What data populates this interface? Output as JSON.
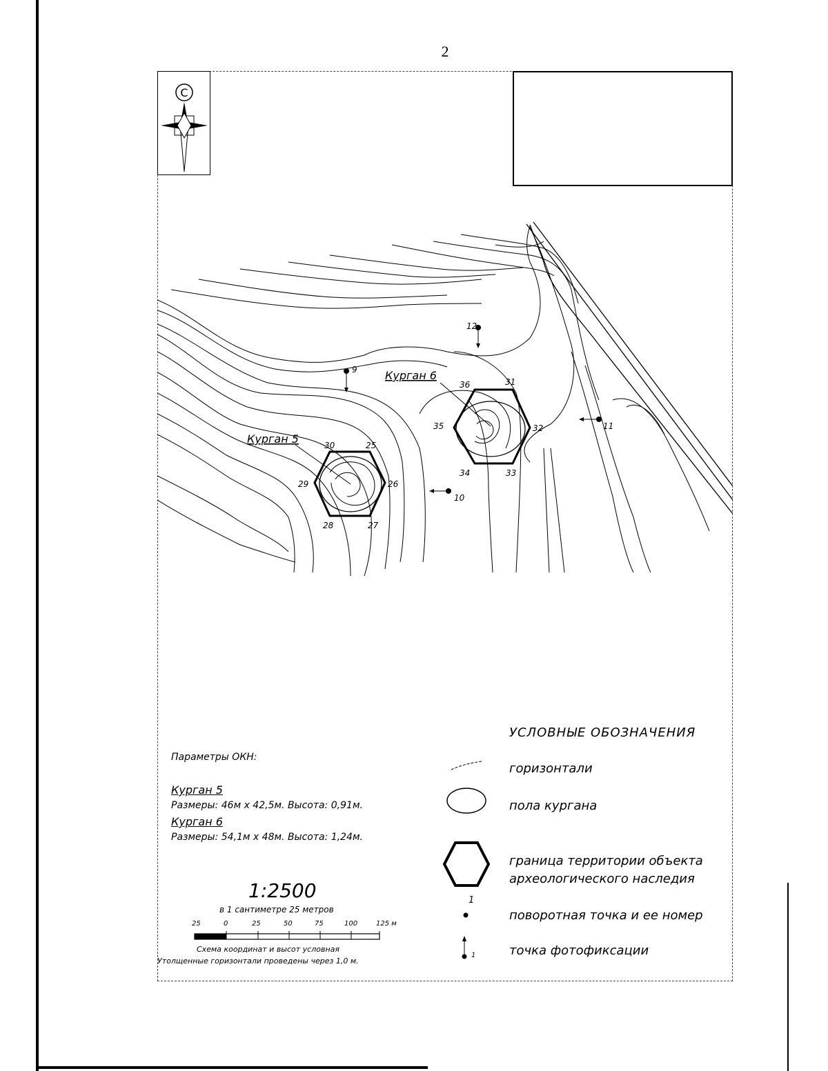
{
  "page_number": "2",
  "compass": {
    "label": "С"
  },
  "map": {
    "mounds": [
      {
        "name": "Курган 6",
        "points": [
          "36",
          "31",
          "32",
          "33",
          "34",
          "35"
        ]
      },
      {
        "name": "Курган 5",
        "points": [
          "30",
          "25",
          "26",
          "27",
          "28",
          "29"
        ]
      }
    ],
    "photo_points": [
      "9",
      "12",
      "11",
      "10"
    ]
  },
  "legend": {
    "title": "УСЛОВНЫЕ ОБОЗНАЧЕНИЯ",
    "items": [
      {
        "icon": "contour-line-icon",
        "label": "горизонтали"
      },
      {
        "icon": "ellipse-icon",
        "label": "пола кургана"
      },
      {
        "icon": "hexagon-icon",
        "label_line1": "граница территории объекта",
        "label_line2": "археологического наследия"
      },
      {
        "icon": "dot-icon",
        "number": "1",
        "label": "поворотная точка и ее номер"
      },
      {
        "icon": "photo-arrow-icon",
        "number": "1",
        "label": "точка фотофиксации"
      }
    ]
  },
  "parameters": {
    "title": "Параметры ОКН:",
    "items": [
      {
        "name": "Курган 5",
        "dims": "Размеры: 46м х 42,5м. Высота: 0,91м."
      },
      {
        "name": "Курган 6",
        "dims": "Размеры: 54,1м х 48м. Высота: 1,24м."
      }
    ]
  },
  "scale": {
    "ratio": "1:2500",
    "subtitle": "в 1 сантиметре 25 метров",
    "ticks": [
      "25",
      "0",
      "25",
      "50",
      "75",
      "100",
      "125 м"
    ],
    "note1": "Схема координат и высот условная",
    "note2": "Утолщенные горизонтали проведены через 1,0 м."
  }
}
